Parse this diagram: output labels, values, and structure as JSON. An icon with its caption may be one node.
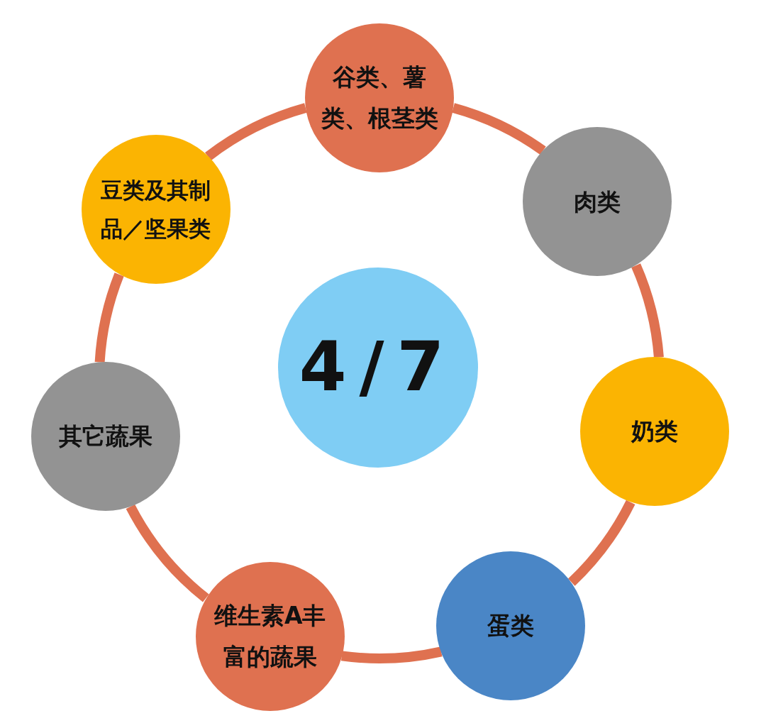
{
  "diagram": {
    "nodes": [
      {
        "text": [
          "4/7"
        ]
      },
      {
        "text": [
          "谷类、薯类、根茎类"
        ]
      },
      {
        "text": [
          "肉类"
        ]
      },
      {
        "text": [
          "奶类"
        ]
      },
      {
        "text": [
          "蛋类"
        ]
      },
      {
        "text": [
          "维生素A丰富的蔬果"
        ]
      },
      {
        "text": [
          "其它蔬果"
        ]
      },
      {
        "text": [
          "豆类及其制品／坚果类"
        ]
      }
    ],
    "edges": [
      {
        "from": 1,
        "to": 2,
        "arrow": "none"
      },
      {
        "from": 2,
        "to": 3,
        "arrow": "none"
      },
      {
        "from": 3,
        "to": 4,
        "arrow": "none"
      },
      {
        "from": 4,
        "to": 5,
        "arrow": "none"
      },
      {
        "from": 5,
        "to": 6,
        "arrow": "none"
      },
      {
        "from": 6,
        "to": 7,
        "arrow": "none"
      },
      {
        "from": 7,
        "to": 1,
        "arrow": "none"
      }
    ]
  }
}
